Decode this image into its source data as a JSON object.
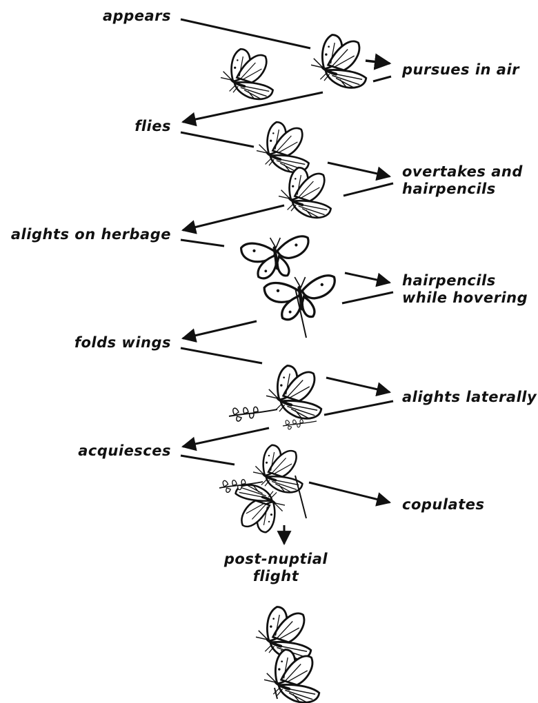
{
  "female_actions": [
    "appears",
    "flies",
    "alights on herbage",
    "folds wings",
    "acquiesces"
  ],
  "male_actions": [
    "pursues in air",
    [
      "overtakes and",
      "hairpencils"
    ],
    [
      "hairpencils",
      "while hovering"
    ],
    "alights laterally",
    "copulates"
  ],
  "final_stage": [
    "post-nuptial",
    "flight"
  ],
  "colors": {
    "ink": "#111111",
    "paper": "#ffffff"
  }
}
